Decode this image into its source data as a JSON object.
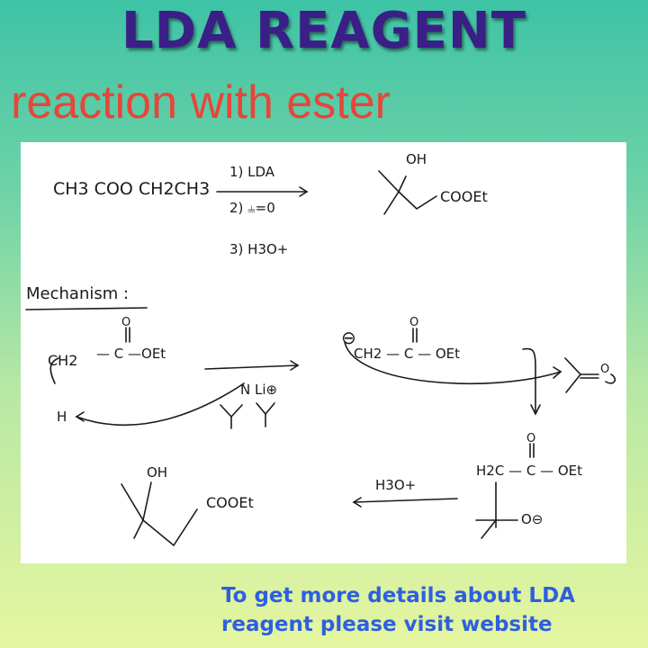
{
  "title": "LDA REAGENT",
  "subtitle": "reaction with ester",
  "diagram": {
    "reactant": "CH3 COO CH2CH3",
    "conditions": [
      "1) LDA",
      "2) ⫨=0",
      "3) H3O+"
    ],
    "product_oh": "OH",
    "product_group": "COOEt",
    "mechanism_label": "Mechanism :",
    "step1_o": "O",
    "step1_ch2": "CH2",
    "step1_chain": "— C —OEt",
    "step1_h": "H",
    "base_label": "N Li⊕",
    "enolate_minus": "⊖",
    "enolate_o": "O",
    "enolate_chain": "CH2 — C — OEt",
    "ketone_o": "O",
    "adduct_o": "O",
    "adduct_chain": "H2C — C — OEt",
    "alkoxide": "O⊖",
    "h3o_label": "H3O+",
    "final_oh": "OH",
    "final_group": "COOEt"
  },
  "footer": {
    "line1": "To get more details about LDA",
    "line2": "reagent please visit website"
  },
  "colors": {
    "title": "#3a1f86",
    "subtitle": "#e8453a",
    "footer": "#2f5fe0",
    "card": "#ffffff",
    "ink": "#1a1a1a"
  }
}
